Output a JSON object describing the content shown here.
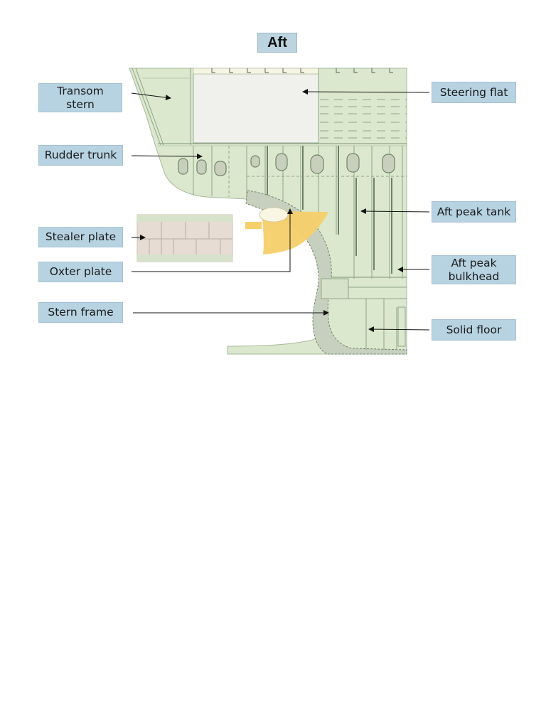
{
  "title": "Aft",
  "labels": {
    "transom_stern": "Transom\nstern",
    "rudder_trunk": "Rudder trunk",
    "stealer_plate": "Stealer plate",
    "oxter_plate": "Oxter plate",
    "stern_frame": "Stern frame",
    "steering_flat": "Steering flat",
    "aft_peak_tank": "Aft peak tank",
    "aft_peak_bulkhead": "Aft peak\nbulkhead",
    "solid_floor": "Solid floor"
  },
  "colors": {
    "hull": "#dbe8cd",
    "hull_line": "#8fa486",
    "steering_flat": "#f0f1ec",
    "fin": "#f5cf6a",
    "label_bg": "#b7d3e2",
    "stealer_plate": "#e7dcd3"
  }
}
